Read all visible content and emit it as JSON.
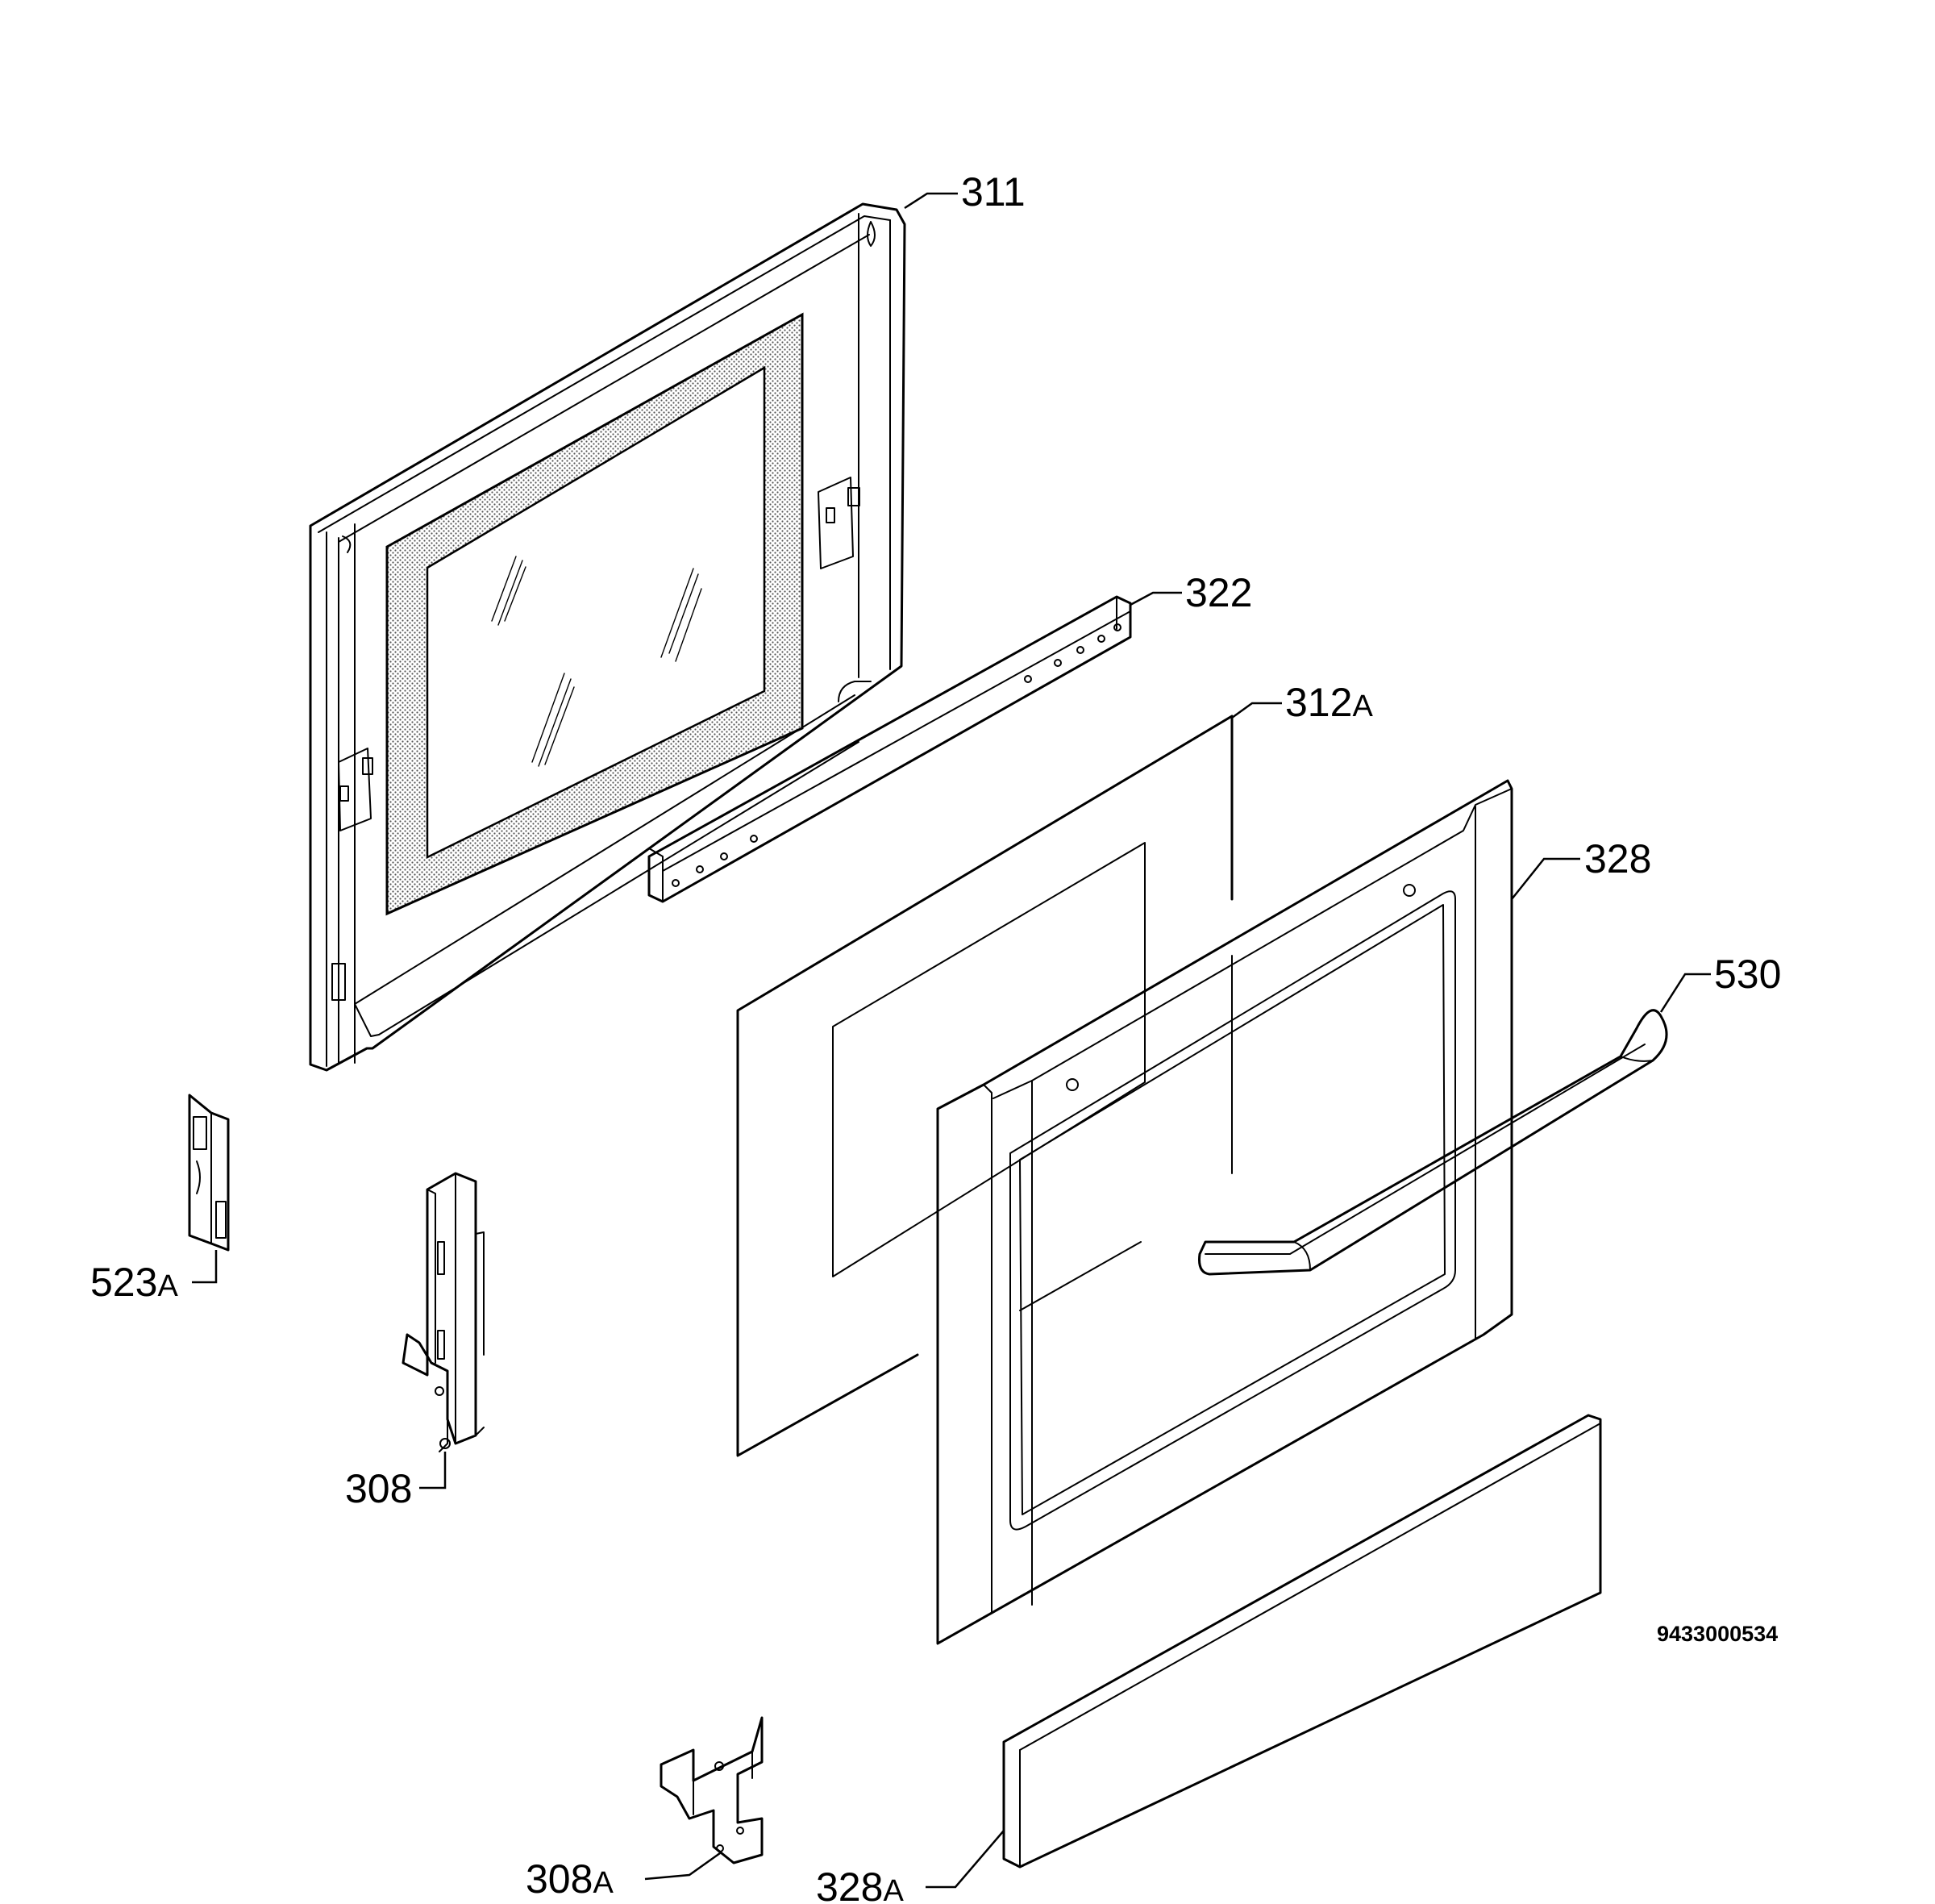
{
  "document_number": "9433000534",
  "parts": [
    {
      "id": "311",
      "num": "311",
      "suffix": ""
    },
    {
      "id": "322",
      "num": "322",
      "suffix": ""
    },
    {
      "id": "312A",
      "num": "312",
      "suffix": "A"
    },
    {
      "id": "328",
      "num": "328",
      "suffix": ""
    },
    {
      "id": "530",
      "num": "530",
      "suffix": ""
    },
    {
      "id": "523A",
      "num": "523",
      "suffix": "A"
    },
    {
      "id": "308",
      "num": "308",
      "suffix": ""
    },
    {
      "id": "308A",
      "num": "308",
      "suffix": "A"
    },
    {
      "id": "328A",
      "num": "328",
      "suffix": "A"
    }
  ]
}
